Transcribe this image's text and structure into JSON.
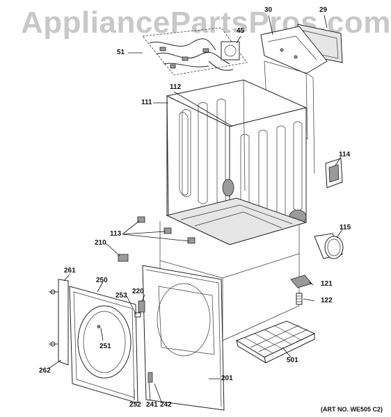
{
  "watermark": "AppliancePartsPros.com",
  "art_number": "(ART NO. WE505 C2)",
  "labels": {
    "p30": "30",
    "p29": "29",
    "p45": "45",
    "p51": "51",
    "p112": "112",
    "p111": "111",
    "p114": "114",
    "p115": "115",
    "p113": "113",
    "p210": "210",
    "p261": "261",
    "p250": "250",
    "p220": "220",
    "p253": "253",
    "p251": "251",
    "p262": "262",
    "p121": "121",
    "p122": "122",
    "p501": "501",
    "p201": "201",
    "p252": "252",
    "p241": "241",
    "p242": "242"
  }
}
